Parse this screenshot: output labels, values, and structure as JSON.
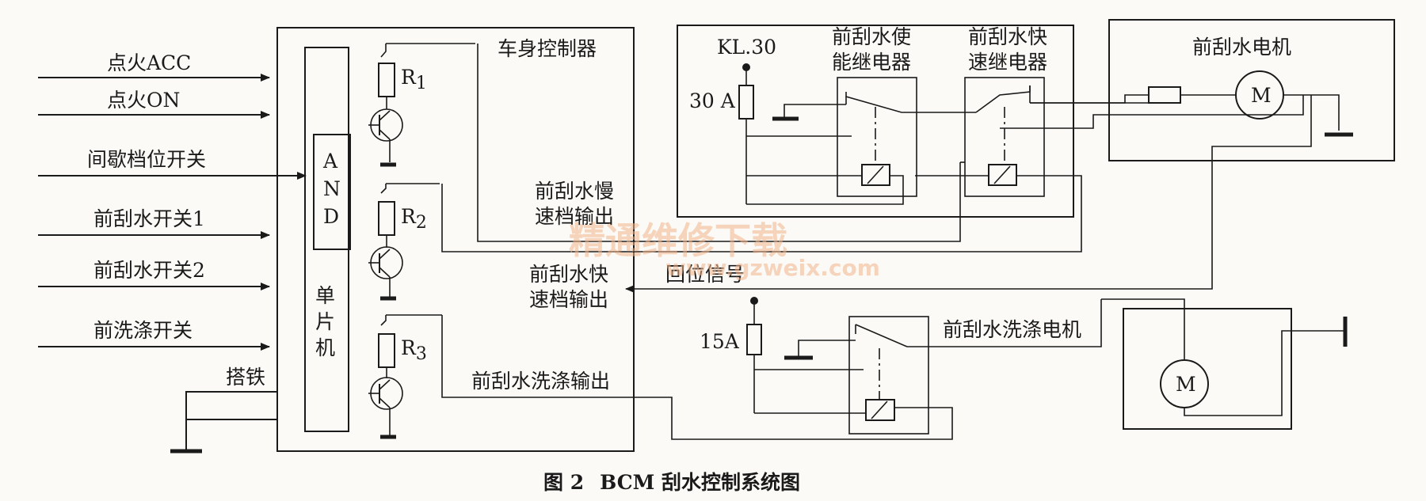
{
  "labels": {
    "bcm": "车身控制器",
    "mcu_1": "单",
    "mcu_2": "片",
    "mcu_3": "机",
    "and_1": "A",
    "and_2": "N",
    "and_3": "D",
    "ground": "搭铁",
    "r1": "R",
    "r1_sub": "1",
    "r2": "R",
    "r2_sub": "2",
    "r3": "R",
    "r3_sub": "3",
    "kl30": "KL.30",
    "fuse_30a": "30 A",
    "fuse_15a": "15A"
  },
  "inputs": [
    "点火ACC",
    "点火ON",
    "间歇档位开关",
    "前刮水开关1",
    "前刮水开关2",
    "前洗涤开关"
  ],
  "outputs": {
    "slow_1": "前刮水慢",
    "slow_2": "速档输出",
    "fast_1": "前刮水快",
    "fast_2": "速档输出",
    "washer": "前刮水洗涤输出",
    "return_signal": "回位信号"
  },
  "relays": {
    "enable_1": "前刮水使",
    "enable_2": "能继电器",
    "fast_1": "前刮水快",
    "fast_2": "速继电器"
  },
  "motors": {
    "wiper": "前刮水电机",
    "washer": "前刮水洗涤电机",
    "m_symbol": "M"
  },
  "watermark": {
    "cn": "精通维修下载",
    "url": "www.gzweix.com"
  },
  "caption": {
    "figure": "图 2",
    "title": "BCM 刮水控制系统图"
  }
}
